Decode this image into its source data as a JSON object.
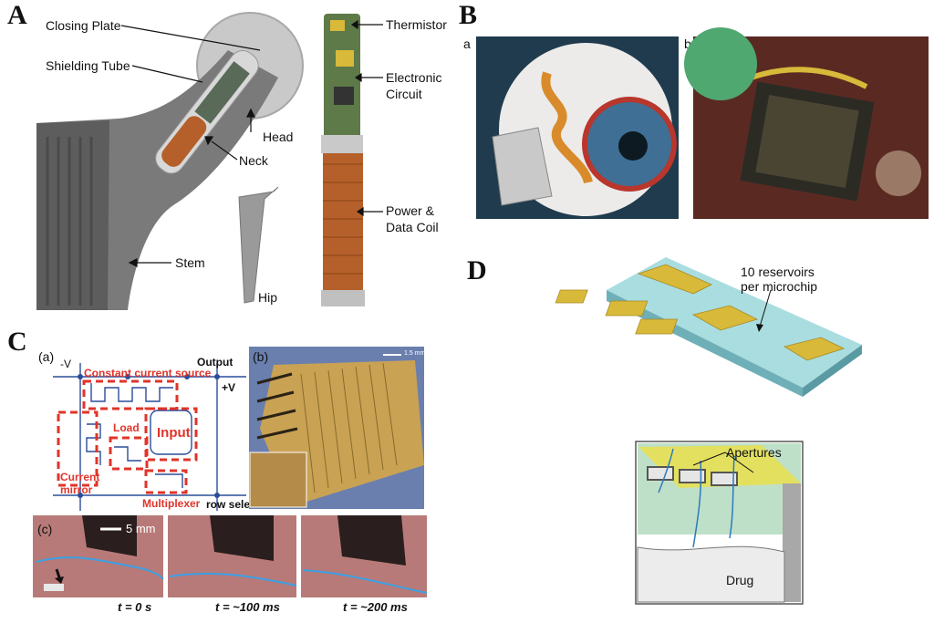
{
  "panels": {
    "A": {
      "letter": "A",
      "labels": {
        "closing_plate": "Closing Plate",
        "shielding_tube": "Shielding Tube",
        "head": "Head",
        "neck": "Neck",
        "stem": "Stem",
        "hip": "Hip",
        "thermistor": "Thermistor",
        "electronic_circuit_1": "Electronic",
        "electronic_circuit_2": "Circuit",
        "power_coil_1": "Power &",
        "power_coil_2": "Data Coil"
      }
    },
    "B": {
      "letter": "B",
      "sub_a": "a",
      "sub_b": "b"
    },
    "C": {
      "letter": "C",
      "sub_a": "(a)",
      "sub_b": "(b)",
      "sub_c": "(c)",
      "circuit": {
        "minus_v": "-V",
        "output": "Output",
        "plus_v": "+V",
        "constant_current_source": "Constant current source",
        "load": "Load",
        "input": "Input",
        "current_mirror_1": "Current",
        "current_mirror_2": "mirror",
        "multiplexer": "Multiplexer",
        "row_select": "row select"
      },
      "scale_b": "1.5 mm",
      "scale_c": "5 mm",
      "times": [
        "t = 0 s",
        "t = ~100 ms",
        "t = ~200 ms"
      ]
    },
    "D": {
      "letter": "D",
      "reservoirs_1": "10 reservoirs",
      "reservoirs_2": "per microchip",
      "apertures": "Apertures",
      "drug": "Drug"
    }
  },
  "colors": {
    "copper": "#b5602a",
    "gold": "#d8b93a",
    "chip_blue": "#a9dde0",
    "red_box": "#e0342a",
    "eye_iris": "#3f6f95",
    "cyan_curve": "#4aa9d8"
  }
}
